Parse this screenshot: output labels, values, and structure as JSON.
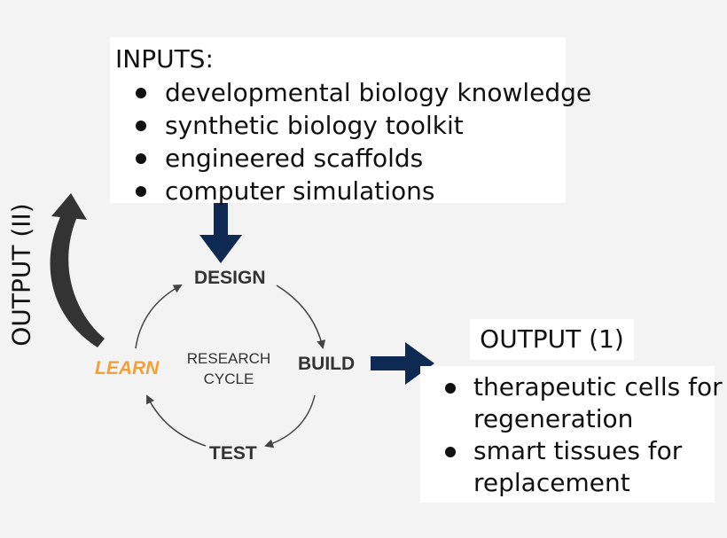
{
  "inputs": {
    "title": "INPUTS:",
    "items": [
      "developmental biology knowledge",
      "synthetic biology toolkit",
      "engineered scaffolds",
      "computer simulations"
    ]
  },
  "cycle": {
    "center_line1": "RESEARCH",
    "center_line2": "CYCLE",
    "design": "DESIGN",
    "build": "BUILD",
    "test": "TEST",
    "learn": "LEARN"
  },
  "output1": {
    "title": "OUTPUT (1)",
    "items": [
      [
        "therapeutic cells for",
        "regeneration"
      ],
      [
        "smart tissues for",
        "replacement"
      ]
    ]
  },
  "output2": {
    "title": "OUTPUT (II)"
  },
  "colors": {
    "background": "#f3f3f3",
    "navy_arrow": "#0f2a52",
    "learn_accent": "#f0a23a",
    "cycle_arrow": "#444444"
  }
}
